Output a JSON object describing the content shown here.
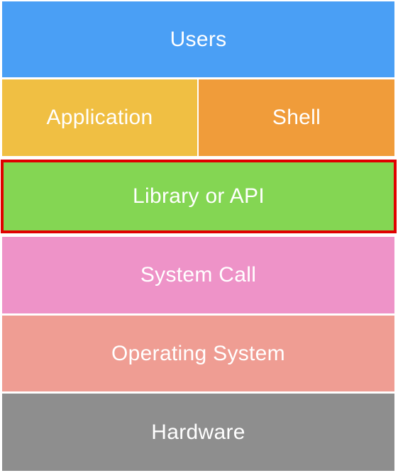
{
  "layers": {
    "users": {
      "label": "Users",
      "color": "#4a9ff5"
    },
    "application": {
      "label": "Application",
      "color": "#f0bf43"
    },
    "shell": {
      "label": "Shell",
      "color": "#f09c3a"
    },
    "library": {
      "label": "Library or API",
      "color": "#84d653"
    },
    "syscall": {
      "label": "System Call",
      "color": "#ee93c8"
    },
    "os": {
      "label": "Operating System",
      "color": "#ef9d93"
    },
    "hardware": {
      "label": "Hardware",
      "color": "#8e8e8e"
    }
  },
  "highlight": {
    "target": "library",
    "color": "#e00000"
  }
}
